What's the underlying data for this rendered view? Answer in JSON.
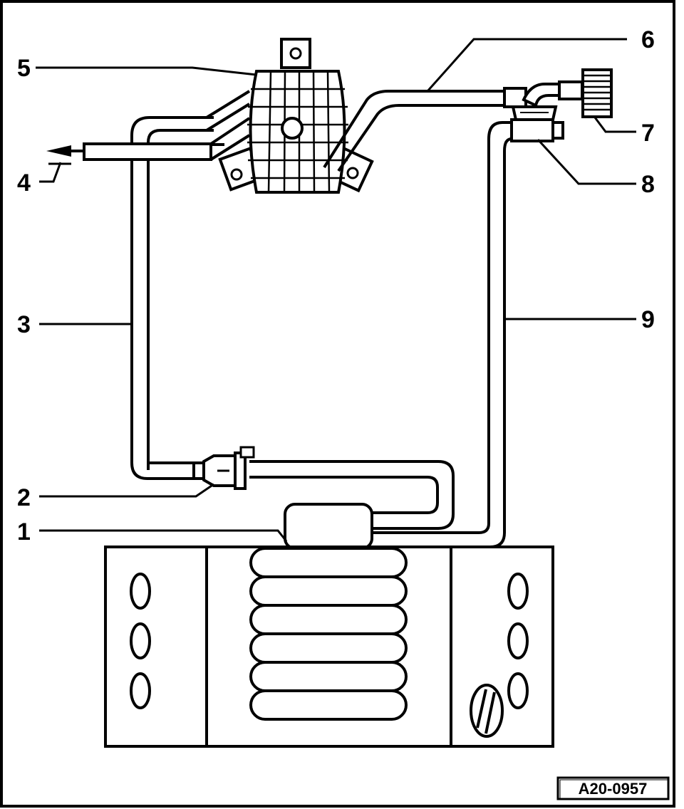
{
  "diagram": {
    "callouts": {
      "c1": "1",
      "c2": "2",
      "c3": "3",
      "c4": "4",
      "c5": "5",
      "c6": "6",
      "c7": "7",
      "c8": "8",
      "c9": "9"
    },
    "reference": "A20-0957"
  },
  "colors": {
    "ink": "#000000",
    "paper": "#ffffff"
  }
}
